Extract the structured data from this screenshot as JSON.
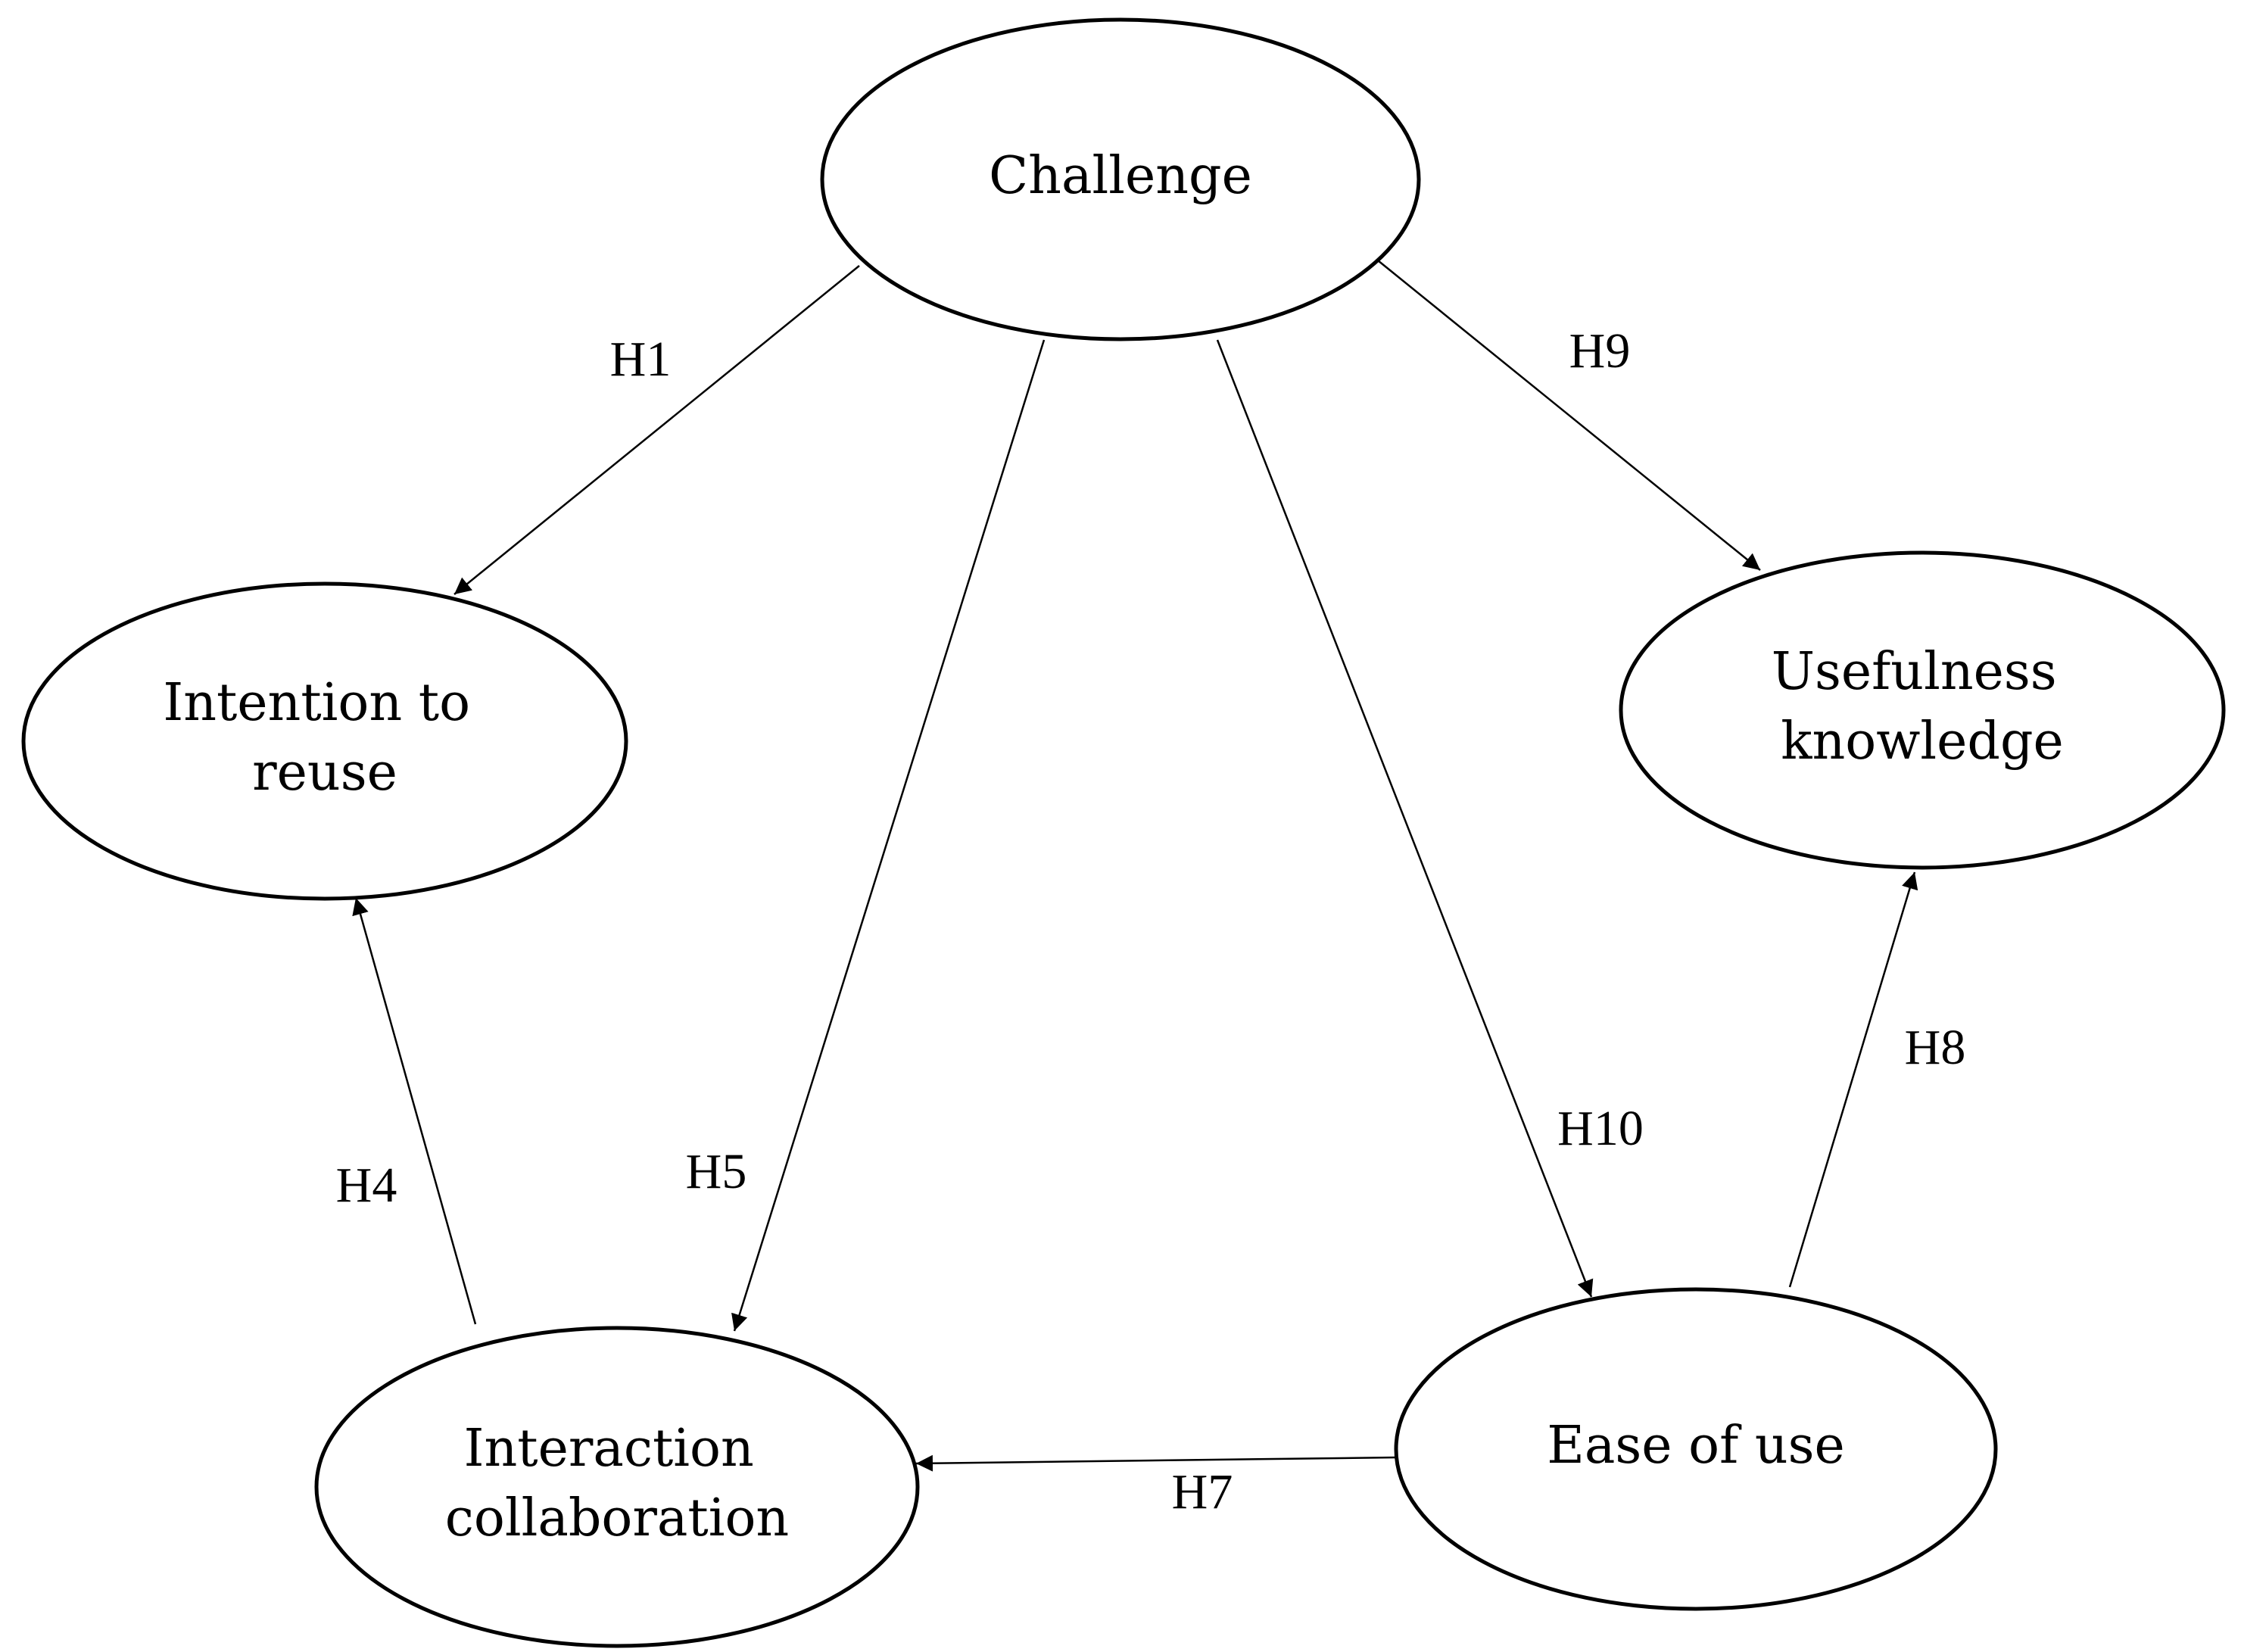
{
  "diagram": {
    "nodes": [
      {
        "id": "challenge",
        "lines": [
          "Challenge"
        ]
      },
      {
        "id": "intention",
        "lines": [
          "Intention to",
          "reuse"
        ]
      },
      {
        "id": "usefulness",
        "lines": [
          "Usefulness",
          "knowledge"
        ]
      },
      {
        "id": "interaction",
        "lines": [
          "Interaction",
          "collaboration"
        ]
      },
      {
        "id": "ease",
        "lines": [
          "Ease of use"
        ]
      }
    ],
    "edges": [
      {
        "id": "h1",
        "label": "H1",
        "from": "challenge",
        "to": "intention"
      },
      {
        "id": "h9",
        "label": "H9",
        "from": "challenge",
        "to": "usefulness"
      },
      {
        "id": "h5",
        "label": "H5",
        "from": "challenge",
        "to": "interaction"
      },
      {
        "id": "h10",
        "label": "H10",
        "from": "challenge",
        "to": "ease"
      },
      {
        "id": "h4",
        "label": "H4",
        "from": "interaction",
        "to": "intention"
      },
      {
        "id": "h8",
        "label": "H8",
        "from": "ease",
        "to": "usefulness"
      },
      {
        "id": "h7",
        "label": "H7",
        "from": "ease",
        "to": "interaction"
      }
    ]
  }
}
